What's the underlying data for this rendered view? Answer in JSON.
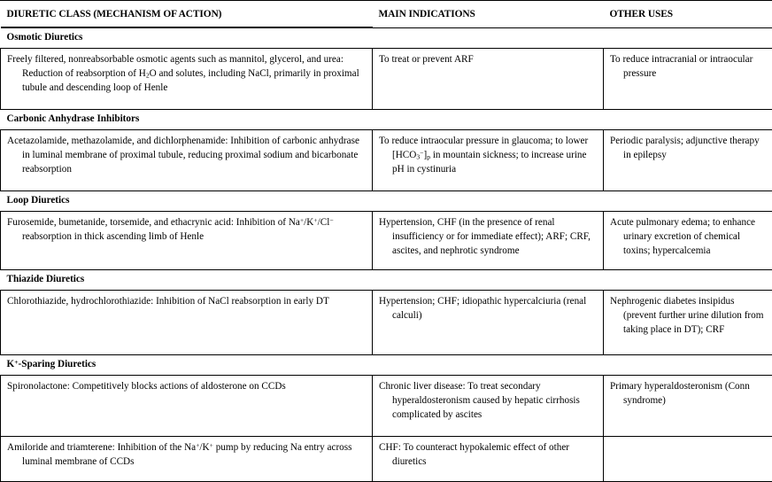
{
  "table": {
    "columns": [
      {
        "key": "class",
        "label": "DIURETIC CLASS (MECHANISM OF ACTION)"
      },
      {
        "key": "indications",
        "label": "MAIN INDICATIONS"
      },
      {
        "key": "other",
        "label": "OTHER USES"
      }
    ],
    "sections": [
      {
        "title": "Osmotic Diuretics",
        "rows": [
          {
            "class_pre": "Freely filtered, nonreabsorbable osmotic agents such as mannitol, glycerol, and urea: Reduction of reabsorption of H",
            "class_sub": "2",
            "class_post": "O and solutes, including NaCl, primarily in proximal tubule and descending loop of Henle",
            "indications": "To treat or prevent ARF",
            "other": "To reduce intracranial or intraocular pressure"
          }
        ]
      },
      {
        "title": "Carbonic Anhydrase Inhibitors",
        "rows": [
          {
            "class": "Acetazolamide, methazolamide, and dichlorphenamide: Inhibition of carbonic anhydrase in luminal membrane of proximal tubule, reducing proximal sodium and bicarbonate reabsorption",
            "indications_pre": "To reduce intraocular pressure in glaucoma; to lower [HCO",
            "indications_sub1": "3",
            "indications_sup1": "−",
            "indications_mid": "]",
            "indications_sub2": "p",
            "indications_post": " in mountain sickness; to increase urine pH in cystinuria",
            "other": "Periodic paralysis; adjunctive therapy in epilepsy"
          }
        ]
      },
      {
        "title": "Loop Diuretics",
        "rows": [
          {
            "class_pre": "Furosemide, bumetanide, torsemide, and ethacrynic acid: Inhibition of Na",
            "class_sup1": "+",
            "class_mid1": "/K",
            "class_sup2": "+",
            "class_mid2": "/Cl",
            "class_sup3": "−",
            "class_post": " reabsorption in thick ascending limb of Henle",
            "indications": "Hypertension, CHF (in the presence of renal insufficiency or for immediate effect); ARF; CRF, ascites, and nephrotic syndrome",
            "other": "Acute pulmonary edema; to enhance urinary excretion of chemical toxins; hypercalcemia"
          }
        ]
      },
      {
        "title": "Thiazide Diuretics",
        "rows": [
          {
            "class": "Chlorothiazide, hydrochlorothiazide: Inhibition of NaCl reabsorption in early DT",
            "indications": "Hypertension; CHF; idiopathic hypercalciuria (renal calculi)",
            "other": "Nephrogenic diabetes insipidus (prevent further urine dilution from taking place in DT); CRF"
          }
        ]
      },
      {
        "title_pre": "K",
        "title_sup": "+",
        "title_post": "-Sparing Diuretics",
        "title": "K⁺-Sparing Diuretics",
        "rows": [
          {
            "class": "Spironolactone: Competitively blocks actions of aldosterone on CCDs",
            "indications": "Chronic liver disease: To treat secondary hyperaldosteronism caused by hepatic cirrhosis complicated by ascites",
            "other": "Primary hyperaldosteronism (Conn syndrome)"
          },
          {
            "class_pre": "Amiloride and triamterene: Inhibition of the Na",
            "class_sup1": "+",
            "class_mid1": "/K",
            "class_sup2": "+",
            "class_post": " pump by reducing Na entry across luminal membrane of CCDs",
            "indications": "CHF: To counteract hypokalemic effect of other diuretics",
            "other": ""
          }
        ]
      }
    ]
  },
  "style": {
    "rule_color": "#000000",
    "text_color": "#000000",
    "background": "#ffffff"
  }
}
